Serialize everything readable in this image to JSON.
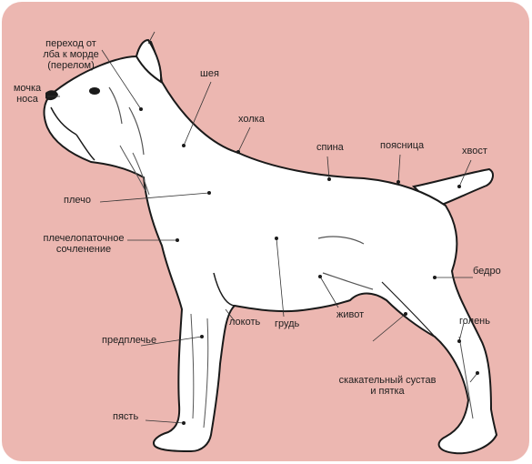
{
  "colors": {
    "background": "#ecb7b1",
    "dog_fill": "#ffffff",
    "outline": "#1a1a1a",
    "shading": "#555555"
  },
  "labels": {
    "stop": [
      "переход от",
      "лба к морде",
      "(перелом)"
    ],
    "nose": [
      "мочка",
      "носа"
    ],
    "neck": "шея",
    "withers": "холка",
    "back": "спина",
    "loin": "поясница",
    "tail": "хвост",
    "shoulder": "плечо",
    "shoulder_joint": [
      "плечелопаточное",
      "сочленение"
    ],
    "thigh": "бедро",
    "elbow": "локоть",
    "chest": "грудь",
    "belly": "живот",
    "forearm": "предплечье",
    "shin": "голень",
    "hock": [
      "скакательный сустав",
      "и пятка"
    ],
    "pastern": "пясть"
  }
}
